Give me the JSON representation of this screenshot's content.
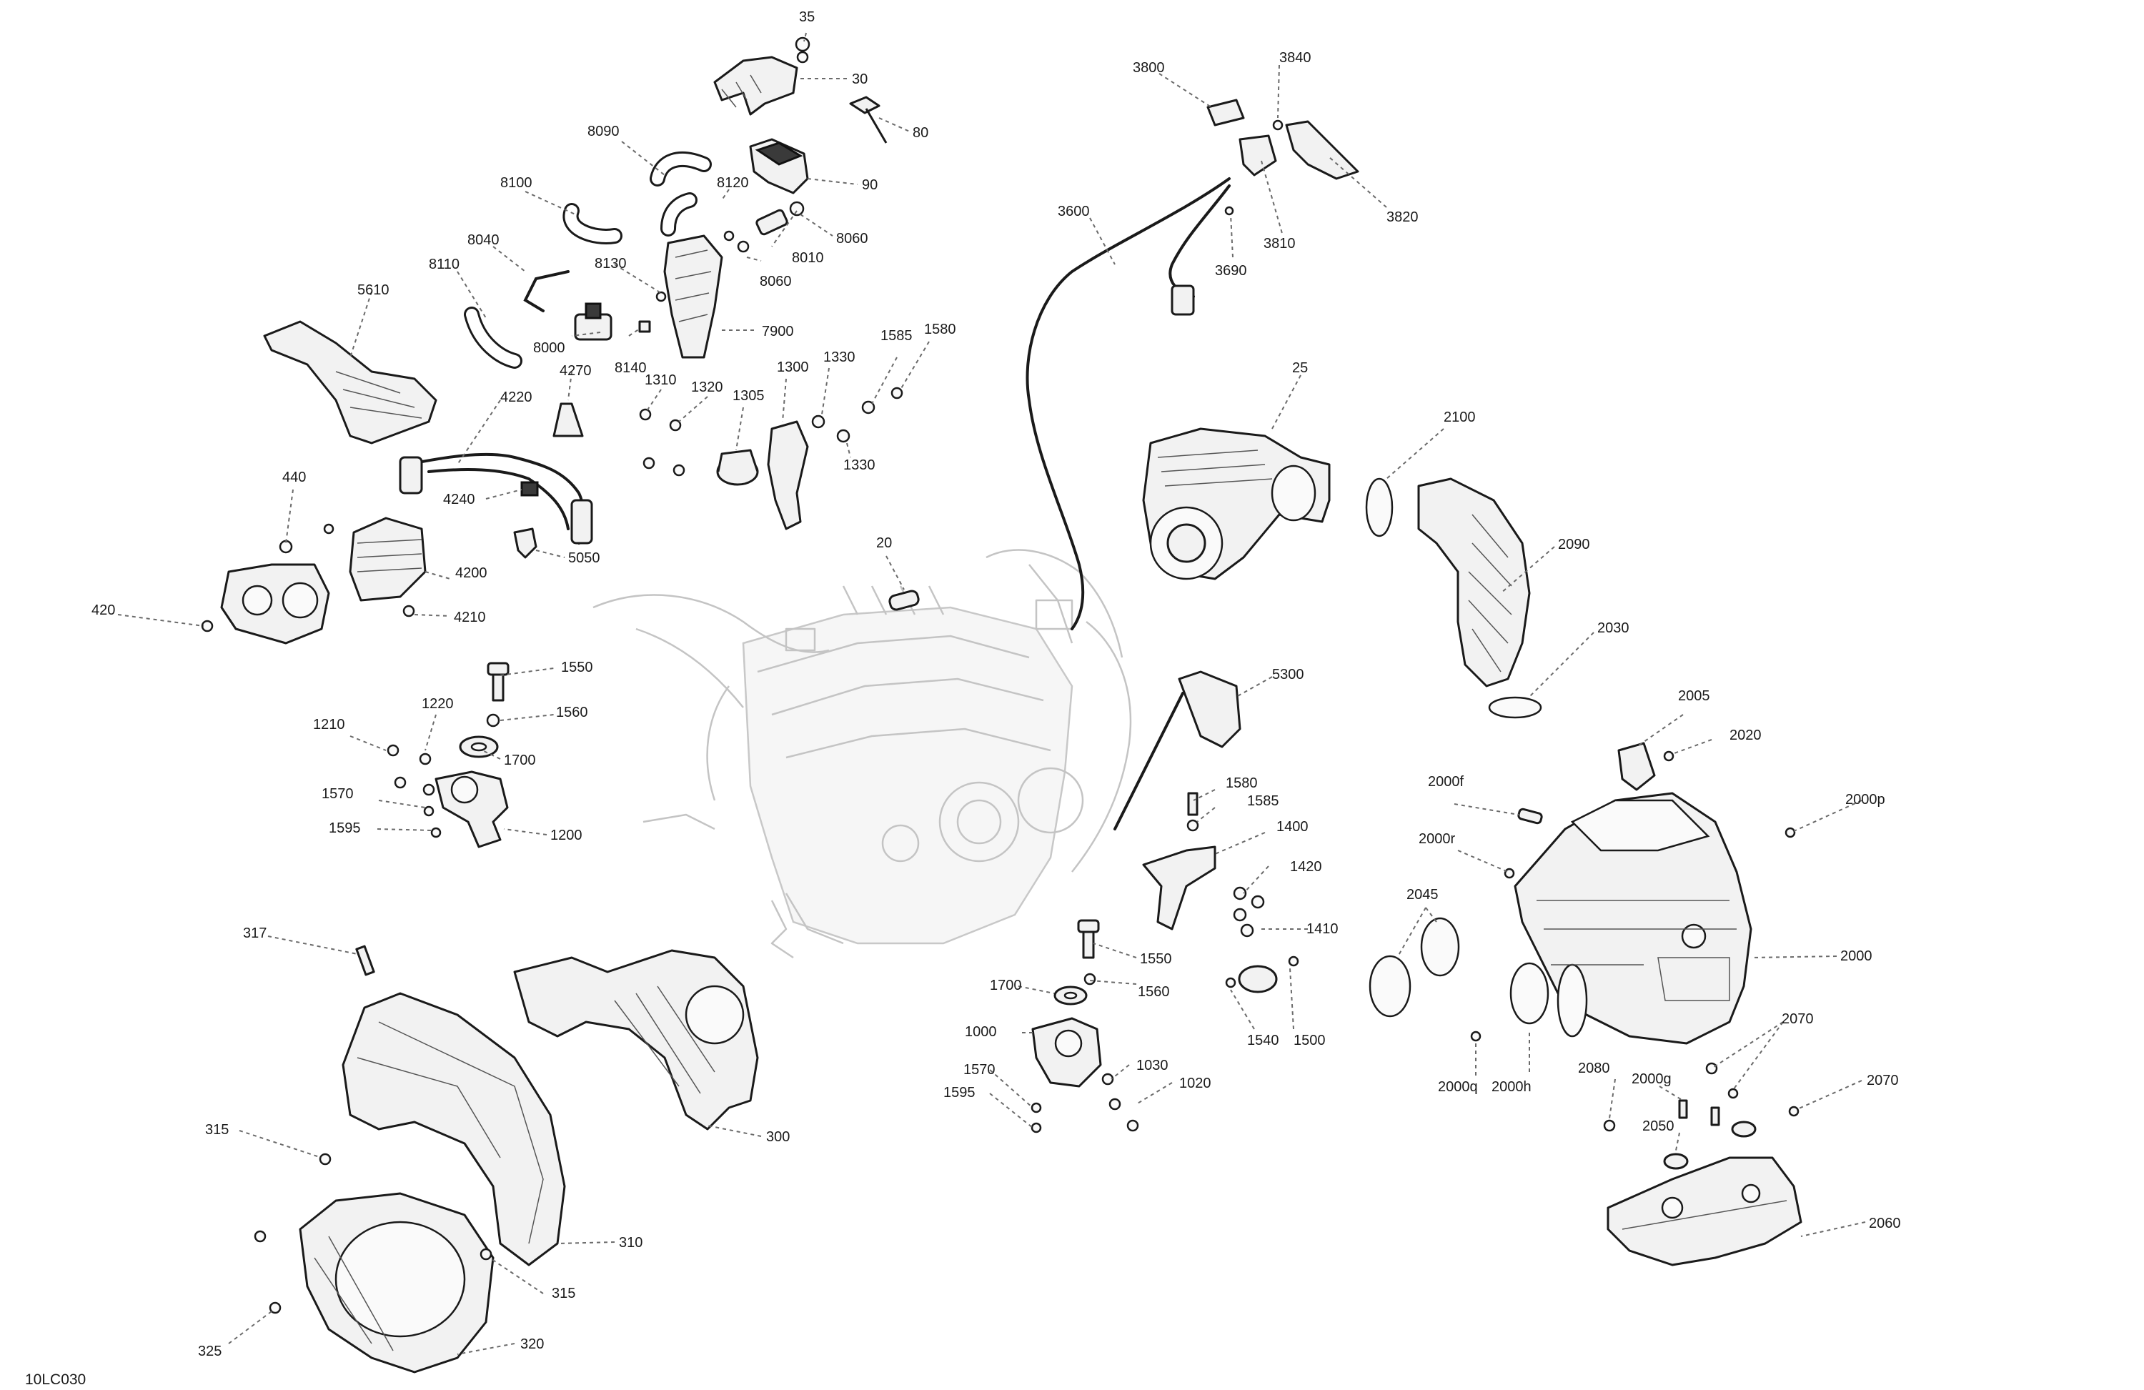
{
  "diagram_code": "10LC030",
  "callouts": [
    {
      "id": "c35",
      "text": "35"
    },
    {
      "id": "c30",
      "text": "30"
    },
    {
      "id": "c80",
      "text": "80"
    },
    {
      "id": "c90",
      "text": "90"
    },
    {
      "id": "c8090",
      "text": "8090"
    },
    {
      "id": "c8100",
      "text": "8100"
    },
    {
      "id": "c8120",
      "text": "8120"
    },
    {
      "id": "c8060a",
      "text": "8060"
    },
    {
      "id": "c8010",
      "text": "8010"
    },
    {
      "id": "c8060b",
      "text": "8060"
    },
    {
      "id": "c8040",
      "text": "8040"
    },
    {
      "id": "c8130",
      "text": "8130"
    },
    {
      "id": "c8110",
      "text": "8110"
    },
    {
      "id": "c7900",
      "text": "7900"
    },
    {
      "id": "c8000",
      "text": "8000"
    },
    {
      "id": "c8140",
      "text": "8140"
    },
    {
      "id": "c5610",
      "text": "5610"
    },
    {
      "id": "c4270",
      "text": "4270"
    },
    {
      "id": "c4220",
      "text": "4220"
    },
    {
      "id": "c4240",
      "text": "4240"
    },
    {
      "id": "c440",
      "text": "440"
    },
    {
      "id": "c4200",
      "text": "4200"
    },
    {
      "id": "c5050",
      "text": "5050"
    },
    {
      "id": "c4210",
      "text": "4210"
    },
    {
      "id": "c420",
      "text": "420"
    },
    {
      "id": "c1310",
      "text": "1310"
    },
    {
      "id": "c1320",
      "text": "1320"
    },
    {
      "id": "c1305",
      "text": "1305"
    },
    {
      "id": "c1300",
      "text": "1300"
    },
    {
      "id": "c1330a",
      "text": "1330"
    },
    {
      "id": "c1585a",
      "text": "1585"
    },
    {
      "id": "c1580a",
      "text": "1580"
    },
    {
      "id": "c1330b",
      "text": "1330"
    },
    {
      "id": "c20",
      "text": "20"
    },
    {
      "id": "c1550a",
      "text": "1550"
    },
    {
      "id": "c1560a",
      "text": "1560"
    },
    {
      "id": "c1220",
      "text": "1220"
    },
    {
      "id": "c1210",
      "text": "1210"
    },
    {
      "id": "c1700a",
      "text": "1700"
    },
    {
      "id": "c1570a",
      "text": "1570"
    },
    {
      "id": "c1595a",
      "text": "1595"
    },
    {
      "id": "c1200",
      "text": "1200"
    },
    {
      "id": "c3800",
      "text": "3800"
    },
    {
      "id": "c3840",
      "text": "3840"
    },
    {
      "id": "c3600",
      "text": "3600"
    },
    {
      "id": "c3810",
      "text": "3810"
    },
    {
      "id": "c3820",
      "text": "3820"
    },
    {
      "id": "c3690",
      "text": "3690"
    },
    {
      "id": "c25",
      "text": "25"
    },
    {
      "id": "c2100",
      "text": "2100"
    },
    {
      "id": "c2090",
      "text": "2090"
    },
    {
      "id": "c2030",
      "text": "2030"
    },
    {
      "id": "c5300",
      "text": "5300"
    },
    {
      "id": "c2005",
      "text": "2005"
    },
    {
      "id": "c2020",
      "text": "2020"
    },
    {
      "id": "c2000f",
      "text": "2000f"
    },
    {
      "id": "c2000p",
      "text": "2000p"
    },
    {
      "id": "c2000r",
      "text": "2000r"
    },
    {
      "id": "c1580b",
      "text": "1580"
    },
    {
      "id": "c1585b",
      "text": "1585"
    },
    {
      "id": "c1400",
      "text": "1400"
    },
    {
      "id": "c1420",
      "text": "1420"
    },
    {
      "id": "c1410",
      "text": "1410"
    },
    {
      "id": "c2045",
      "text": "2045"
    },
    {
      "id": "c2000",
      "text": "2000"
    },
    {
      "id": "c317",
      "text": "317"
    },
    {
      "id": "c1550b",
      "text": "1550"
    },
    {
      "id": "c1700b",
      "text": "1700"
    },
    {
      "id": "c1560b",
      "text": "1560"
    },
    {
      "id": "c1000",
      "text": "1000"
    },
    {
      "id": "c1030",
      "text": "1030"
    },
    {
      "id": "c1020",
      "text": "1020"
    },
    {
      "id": "c1570b",
      "text": "1570"
    },
    {
      "id": "c1595b",
      "text": "1595"
    },
    {
      "id": "c1540",
      "text": "1540"
    },
    {
      "id": "c1500",
      "text": "1500"
    },
    {
      "id": "c2000q",
      "text": "2000q"
    },
    {
      "id": "c2000h",
      "text": "2000h"
    },
    {
      "id": "c2070a",
      "text": "2070"
    },
    {
      "id": "c2080",
      "text": "2080"
    },
    {
      "id": "c2000g",
      "text": "2000g"
    },
    {
      "id": "c2070b",
      "text": "2070"
    },
    {
      "id": "c2050",
      "text": "2050"
    },
    {
      "id": "c300",
      "text": "300"
    },
    {
      "id": "c315a",
      "text": "315"
    },
    {
      "id": "c310",
      "text": "310"
    },
    {
      "id": "c315b",
      "text": "315"
    },
    {
      "id": "c325",
      "text": "325"
    },
    {
      "id": "c320",
      "text": "320"
    },
    {
      "id": "c2060",
      "text": "2060"
    }
  ]
}
